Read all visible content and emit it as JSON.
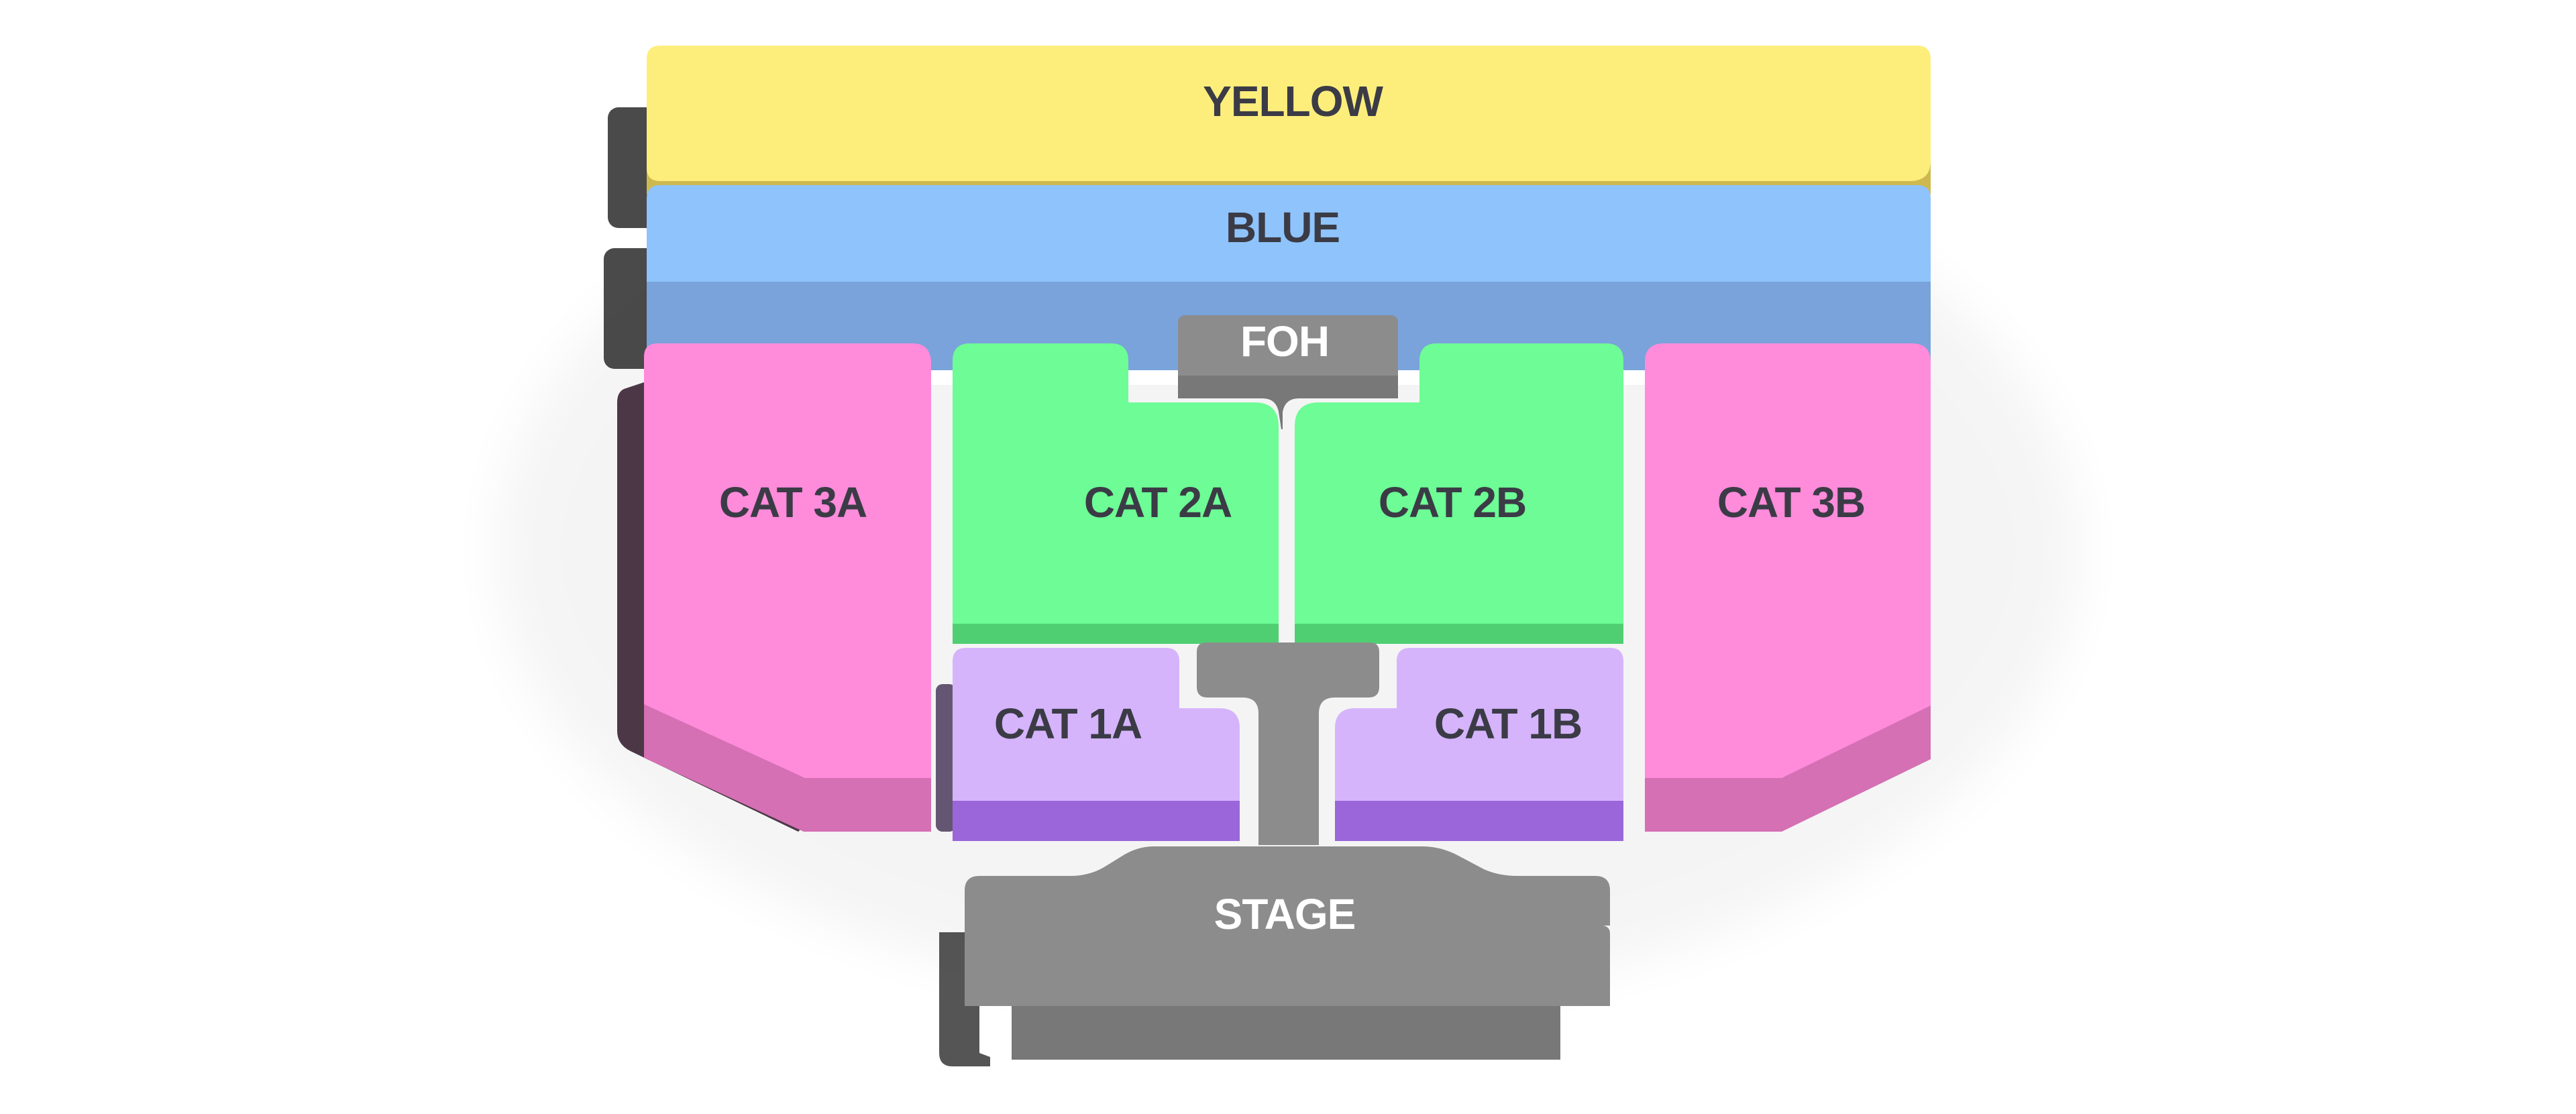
{
  "seatmap": {
    "colors": {
      "yellow": "#fdee7c",
      "yellow_side": "#cdb94e",
      "blue": "#8fc3fc",
      "blue_side": "#79a3da",
      "pink": "#ff8bdb",
      "pink_side": "#d470b3",
      "green": "#6dfc95",
      "green_side": "#4fcf72",
      "lilac": "#d5b4fc",
      "purple_side": "#9a66d9",
      "gray": "#8c8c8c",
      "gray_side": "#787878",
      "label_dark": "#3b3b46",
      "label_light": "#ffffff"
    },
    "zones": {
      "yellow": {
        "label": "YELLOW"
      },
      "blue": {
        "label": "BLUE"
      },
      "foh": {
        "label": "FOH"
      },
      "cat3a": {
        "label": "CAT 3A"
      },
      "cat2a": {
        "label": "CAT 2A"
      },
      "cat2b": {
        "label": "CAT 2B"
      },
      "cat3b": {
        "label": "CAT 3B"
      },
      "cat1a": {
        "label": "CAT 1A"
      },
      "cat1b": {
        "label": "CAT 1B"
      },
      "stage": {
        "label": "STAGE"
      }
    }
  }
}
